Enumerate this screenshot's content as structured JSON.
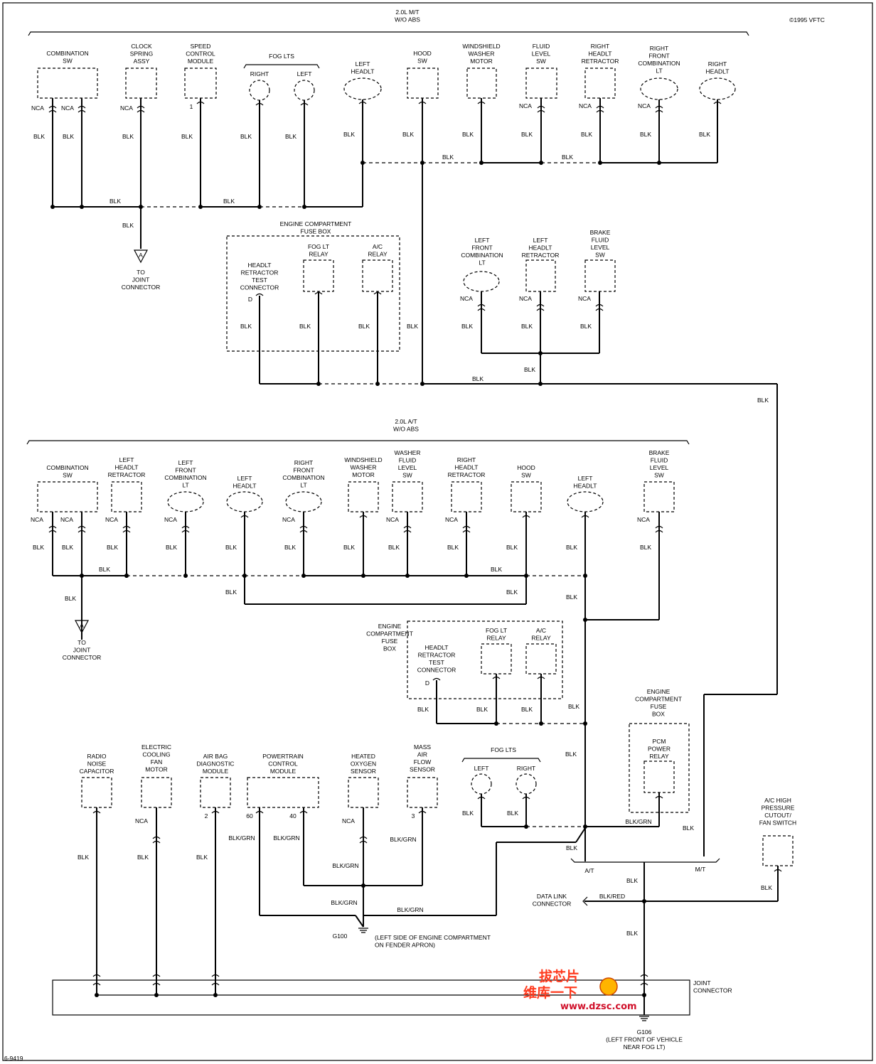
{
  "header": {
    "title_mt": [
      "2.0L M/T",
      "W/O ABS"
    ],
    "title_at": [
      "2.0L A/T",
      "W/O ABS"
    ],
    "copyright": "©1995 VFTC",
    "figure_id": "6-9419"
  },
  "labels": {
    "blk": "BLK",
    "nca": "NCA",
    "blk_grn": "BLK/GRN",
    "blk_red": "BLK/RED",
    "at": "A/T",
    "mt": "M/T",
    "pin_d": "D",
    "pin_1": "1",
    "pin_2": "2",
    "pin_3": "3",
    "pin_40": "40",
    "pin_60": "60",
    "to_joint": [
      "TO",
      "JOINT",
      "CONNECTOR"
    ],
    "conn_a": "A"
  },
  "mt_components": {
    "combination_sw": [
      "COMBINATION",
      "SW"
    ],
    "clock_spring": [
      "CLOCK",
      "SPRING",
      "ASSY"
    ],
    "speed_control": [
      "SPEED",
      "CONTROL",
      "MODULE"
    ],
    "fog_lts": "FOG LTS",
    "right": "RIGHT",
    "left": "LEFT",
    "left_headlt": [
      "LEFT",
      "HEADLT"
    ],
    "hood_sw": [
      "HOOD",
      "SW"
    ],
    "washer_motor": [
      "WINDSHIELD",
      "WASHER",
      "MOTOR"
    ],
    "fluid_level": [
      "FLUID",
      "LEVEL",
      "SW"
    ],
    "right_retractor": [
      "RIGHT",
      "HEADLT",
      "RETRACTOR"
    ],
    "right_front_comb": [
      "RIGHT",
      "FRONT",
      "COMBINATION",
      "LT"
    ],
    "right_headlt": [
      "RIGHT",
      "HEADLT"
    ],
    "fuse_box": [
      "ENGINE COMPARTMENT",
      "FUSE BOX"
    ],
    "retractor_test": [
      "HEADLT",
      "RETRACTOR",
      "TEST",
      "CONNECTOR"
    ],
    "fog_relay": [
      "FOG LT",
      "RELAY"
    ],
    "ac_relay": [
      "A/C",
      "RELAY"
    ],
    "left_front_comb": [
      "LEFT",
      "FRONT",
      "COMBINATION",
      "LT"
    ],
    "left_retractor": [
      "LEFT",
      "HEADLT",
      "RETRACTOR"
    ],
    "brake_fluid": [
      "BRAKE",
      "FLUID",
      "LEVEL",
      "SW"
    ]
  },
  "at_components": {
    "combination_sw": [
      "COMBINATION",
      "SW"
    ],
    "left_retractor": [
      "LEFT",
      "HEADLT",
      "RETRACTOR"
    ],
    "left_front_comb": [
      "LEFT",
      "FRONT",
      "COMBINATION",
      "LT"
    ],
    "left_headlt": [
      "LEFT",
      "HEADLT"
    ],
    "right_front_comb": [
      "RIGHT",
      "FRONT",
      "COMBINATION",
      "LT"
    ],
    "washer_motor": [
      "WINDSHIELD",
      "WASHER",
      "MOTOR"
    ],
    "washer_fluid": [
      "WASHER",
      "FLUID",
      "LEVEL",
      "SW"
    ],
    "right_retractor": [
      "RIGHT",
      "HEADLT",
      "RETRACTOR"
    ],
    "hood_sw": [
      "HOOD",
      "SW"
    ],
    "left_headlt2": [
      "LEFT",
      "HEADLT"
    ],
    "brake_fluid": [
      "BRAKE",
      "FLUID",
      "LEVEL",
      "SW"
    ],
    "fuse_box": [
      "ENGINE",
      "COMPARTMENT",
      "FUSE",
      "BOX"
    ],
    "retractor_test": [
      "HEADLT",
      "RETRACTOR",
      "TEST",
      "CONNECTOR"
    ],
    "fog_relay": [
      "FOG LT",
      "RELAY"
    ],
    "ac_relay": [
      "A/C",
      "RELAY"
    ]
  },
  "bottom_components": {
    "radio_cap": [
      "RADIO",
      "NOISE",
      "CAPACITOR"
    ],
    "cooling_fan": [
      "ELECTRIC",
      "COOLING",
      "FAN",
      "MOTOR"
    ],
    "airbag": [
      "AIR BAG",
      "DIAGNOSTIC",
      "MODULE"
    ],
    "pcm": [
      "POWERTRAIN",
      "CONTROL",
      "MODULE"
    ],
    "o2_sensor": [
      "HEATED",
      "OXYGEN",
      "SENSOR"
    ],
    "maf": [
      "MASS",
      "AIR",
      "FLOW",
      "SENSOR"
    ],
    "fog_lts": "FOG LTS",
    "left": "LEFT",
    "right": "RIGHT",
    "fuse_box": [
      "ENGINE",
      "COMPARTMENT",
      "FUSE",
      "BOX"
    ],
    "pcm_relay": [
      "PCM",
      "POWER",
      "RELAY"
    ],
    "ac_switch": [
      "A/C HIGH",
      "PRESSURE",
      "CUTOUT/",
      "FAN SWITCH"
    ],
    "data_link": [
      "DATA LINK",
      "CONNECTOR"
    ],
    "joint_connector": [
      "JOINT",
      "CONNECTOR"
    ],
    "g100": "G100",
    "g100_note": [
      "(LEFT SIDE OF ENGINE COMPARTMENT",
      "ON FENDER APRON)"
    ],
    "g106": [
      "G106",
      "(LEFT FRONT OF VEHICLE",
      "NEAR FOG LT)"
    ]
  },
  "watermark": {
    "line1": "拔芯片",
    "line2": "维库一下",
    "url": "www.dzsc.com"
  }
}
